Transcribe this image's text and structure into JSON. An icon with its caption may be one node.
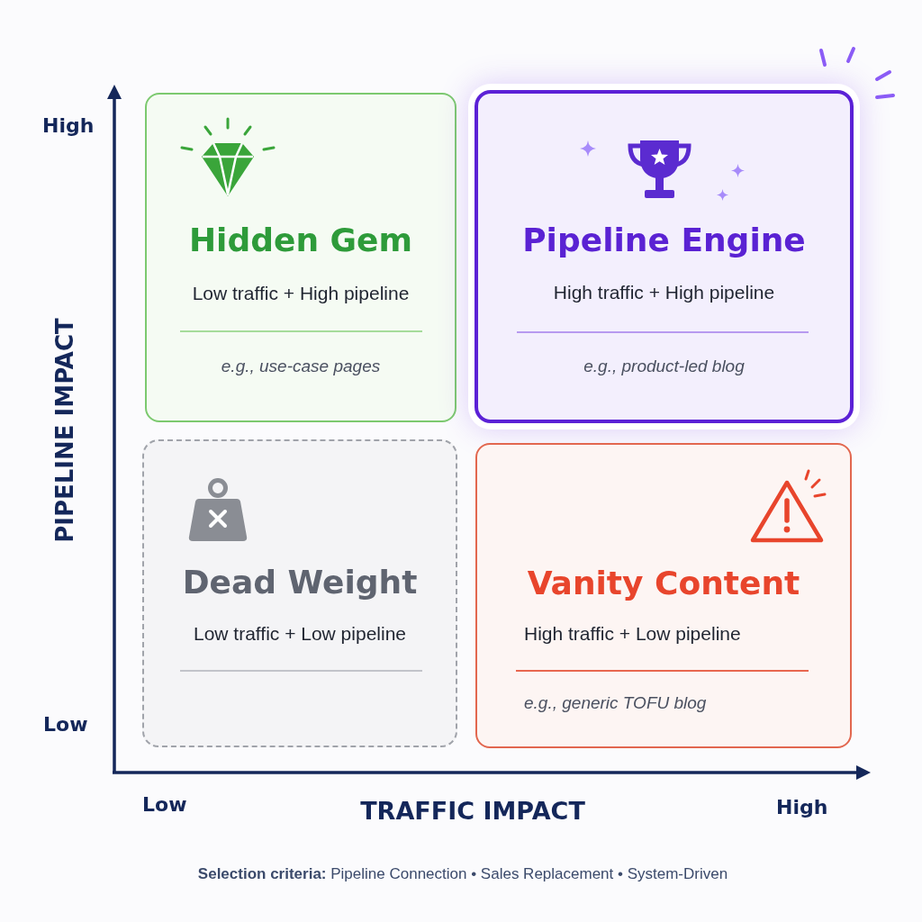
{
  "diagram": {
    "nodes": [
      {
        "text": [
          "Hidden Gem",
          "Low traffic + High pipeline",
          "e.g., use-case pages"
        ]
      },
      {
        "text": [
          "Pipeline Engine",
          "High traffic + High pipeline",
          "e.g., product-led blog"
        ]
      },
      {
        "text": [
          "Dead Weight",
          "Low traffic + Low pipeline"
        ]
      },
      {
        "text": [
          "Vanity Content",
          "High traffic + Low pipeline",
          "e.g., generic TOFU blog"
        ]
      }
    ],
    "labels": [
      "High",
      "PIPELINE IMPACT",
      "Low",
      "Low",
      "TRAFFIC IMPACT",
      "High"
    ],
    "caption": "**Selection criteria:** Pipeline Connection • Sales Replacement • System-Driven"
  }
}
